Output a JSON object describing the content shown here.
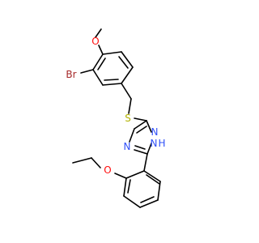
{
  "molecule": {
    "atoms": {
      "br": {
        "label": "Br",
        "color": "#a62929"
      },
      "o_methoxy": {
        "label": "O",
        "color": "#ff0d0d"
      },
      "s": {
        "label": "S",
        "color": "#b2b200"
      },
      "n3": {
        "label": "N",
        "color": "#3050f8"
      },
      "n4": {
        "label": "N",
        "color": "#3050f8"
      },
      "n1h": {
        "label": "N",
        "color": "#3050f8"
      },
      "n1h_h": {
        "label": "H",
        "color": "#3050f8"
      },
      "o_ethoxy": {
        "label": "O",
        "color": "#ff0d0d"
      }
    },
    "bond_color": "#000000"
  }
}
